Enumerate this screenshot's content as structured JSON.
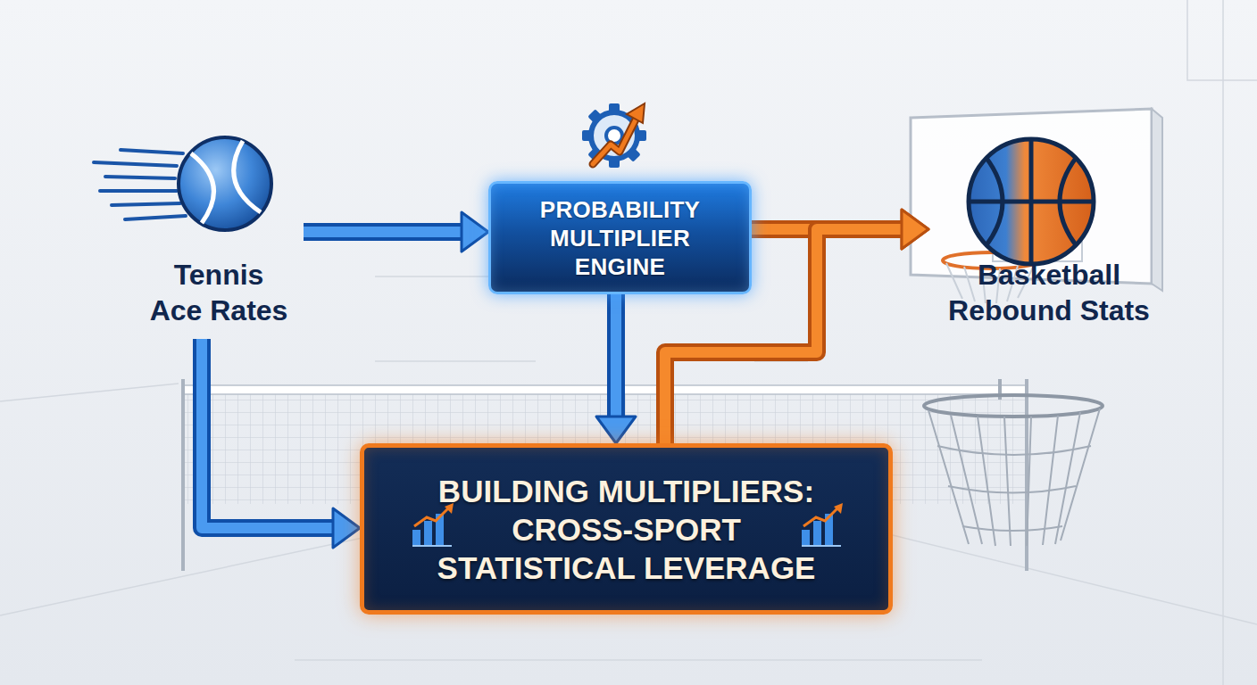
{
  "diagram": {
    "nodes": [
      {
        "text": [
          "Tennis Ace Rates"
        ]
      },
      {
        "text": [
          "PROBABILITY MULTIPLIER ENGINE"
        ]
      },
      {
        "text": [
          "Basketball Rebound Stats"
        ]
      },
      {
        "text": [
          "BUILDING MULTIPLIERS: CROSS-SPORT STATISTICAL LEVERAGE"
        ]
      }
    ],
    "edges": [
      {
        "from": 0,
        "to": 1,
        "arrow": "to"
      },
      {
        "from": 1,
        "to": 2,
        "arrow": "to"
      },
      {
        "from": 1,
        "to": 3,
        "arrow": "to"
      },
      {
        "from": 0,
        "to": 3,
        "arrow": "to"
      },
      {
        "from": 3,
        "to": 2,
        "arrow": "to"
      }
    ]
  }
}
